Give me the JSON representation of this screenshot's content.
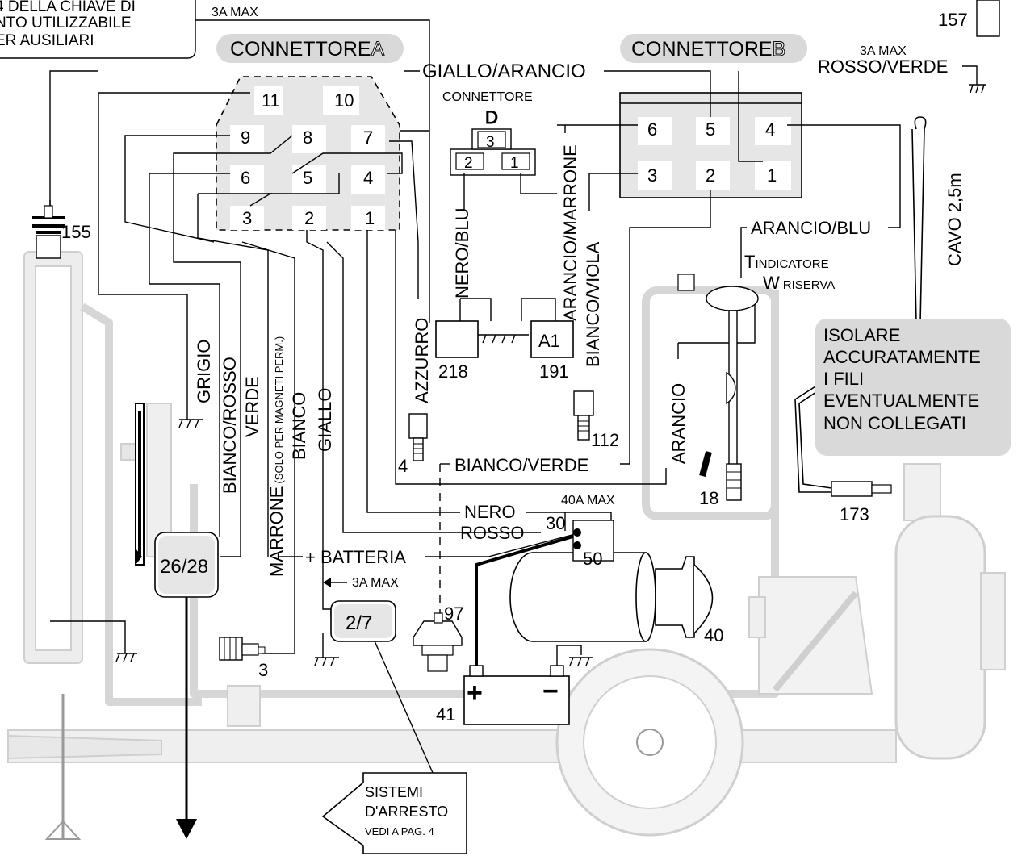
{
  "top_note": {
    "line1": "4 DELLA CHIAVE DI",
    "line2": "NTO UTILIZZABILE",
    "line3": "ER AUSILIARI"
  },
  "labels": {
    "max3a_top": "3A MAX",
    "connettore_a": "CONNETTORE",
    "connettore_a_letter": "A",
    "connettore_b": "CONNETTORE",
    "connettore_b_letter": "B",
    "max3a_right": "3A MAX",
    "rosso_verde": "ROSSO/VERDE",
    "giallo_arancio": "GIALLO/ARANCIO",
    "connettore_d": "CONNETTORE",
    "connettore_d_letter": "D",
    "nero_blu": "NERO/BLU",
    "arancio_marrone": "ARANCIO/MARRONE",
    "bianco_viola": "BIANCO/VIOLA",
    "arancio_blu": "ARANCIO/BLU",
    "cavo": "CAVO 2,5m",
    "t_big": "T",
    "t_small": "INDICATORE",
    "w_big": "W",
    "w_small": "RISERVA",
    "isolare1": "ISOLARE",
    "isolare2": "ACCURATAMENTE",
    "isolare3": "I FILI",
    "isolare4": "EVENTUALMENTE",
    "isolare5": "NON COLLEGATI",
    "grigio": "GRIGIO",
    "bianco_rosso": "BIANCO/ROSSO",
    "verde": "VERDE",
    "marrone": "MARRONE",
    "solo_magneti": "(SOLO PER MAGNETI PERM.)",
    "bianco": "BIANCO",
    "giallo": "GIALLO",
    "azzurro": "AZZURRO",
    "arancio": "ARANCIO",
    "bianco_verde": "BIANCO/VERDE",
    "nero": "NERO",
    "rosso": "ROSSO",
    "max40a": "40A MAX",
    "batteria": "+ BATTERIA",
    "max3a_bottom": "3A MAX",
    "sistemi1": "SISTEMI",
    "sistemi2": "D'ARRESTO",
    "sistemi3": "VEDI A PAG. 4"
  },
  "connector_a_pins": [
    "11",
    "10",
    "9",
    "8",
    "7",
    "6",
    "5",
    "4",
    "3",
    "2",
    "1"
  ],
  "connector_b_pins": [
    "6",
    "5",
    "4",
    "3",
    "2",
    "1"
  ],
  "connector_d_pins": [
    "3",
    "2",
    "1"
  ],
  "components": {
    "c157": "157",
    "c155": "155",
    "c218": "218",
    "cA1": "A1",
    "c191": "191",
    "c4": "4",
    "c112": "112",
    "c18": "18",
    "c173": "173",
    "c26_28": "26/28",
    "c30": "30",
    "c50": "50",
    "c40": "40",
    "c97": "97",
    "c2_7": "2/7",
    "c3": "3",
    "c41": "41",
    "plus": "+",
    "minus": "−"
  }
}
